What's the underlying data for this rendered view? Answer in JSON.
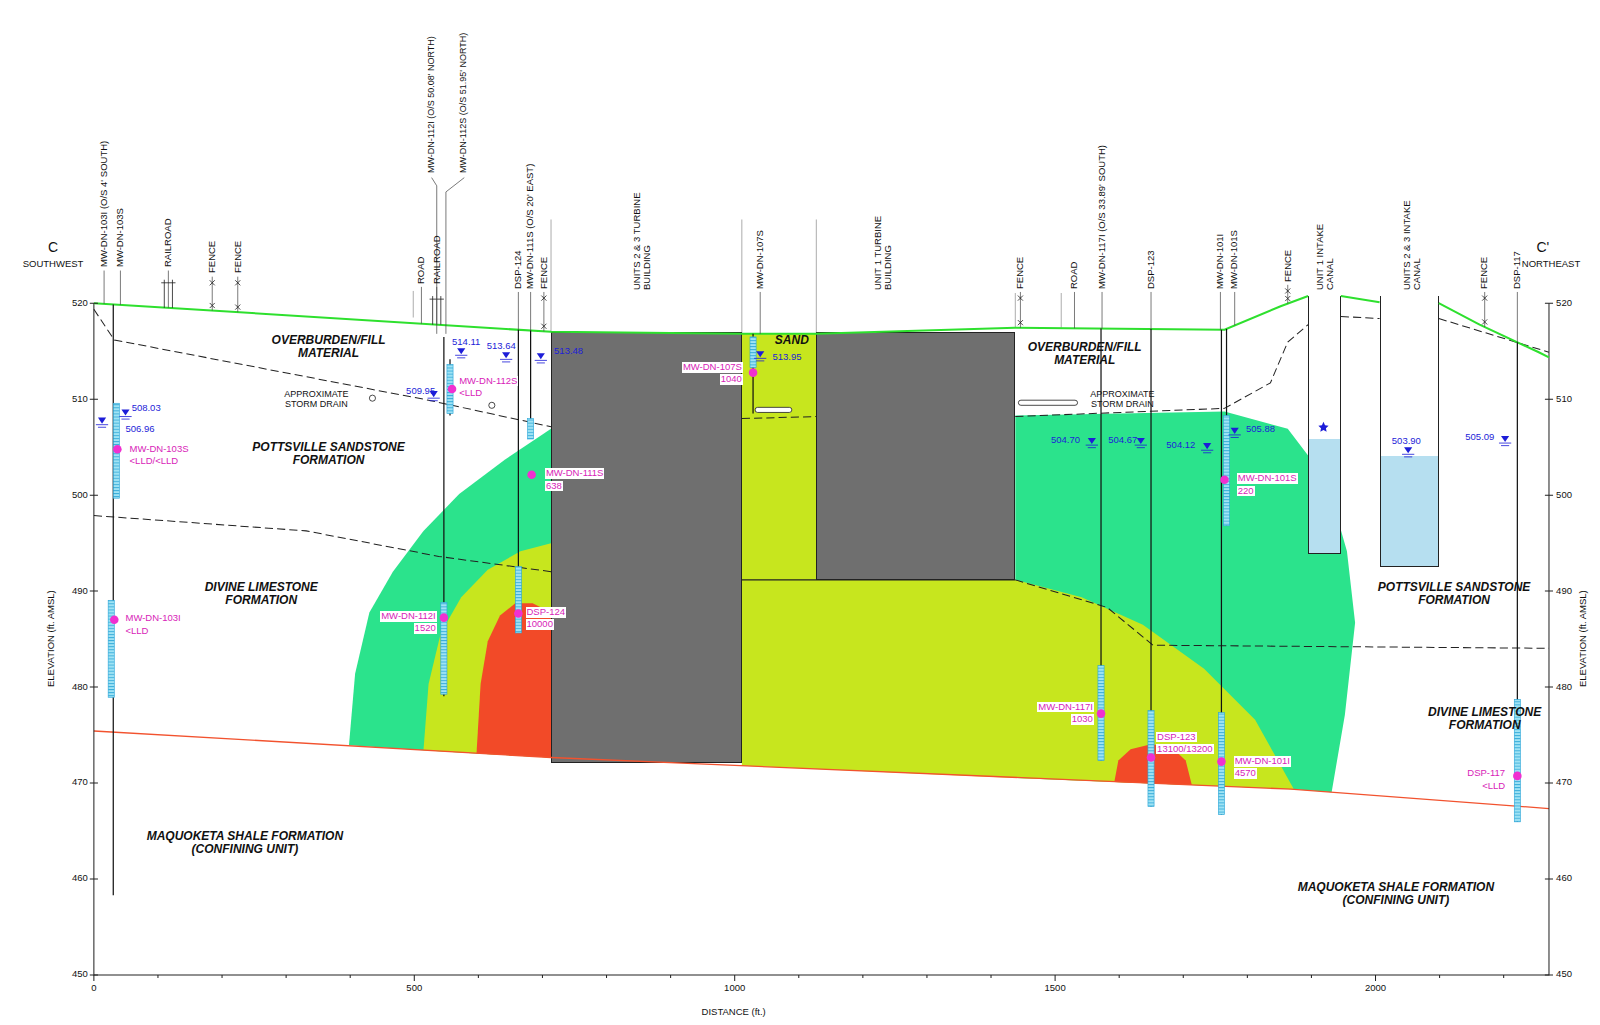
{
  "diagram": {
    "nodes": [
      {
        "text": [
          "UNITS 2 & 3 TURBINE BUILDING"
        ]
      },
      {
        "text": [
          "UNIT 1 TURBINE BUILDING"
        ]
      },
      {
        "text": [
          "UNIT 1 INTAKE CANAL"
        ]
      },
      {
        "text": [
          "UNITS 2 & 3 INTAKE CANAL"
        ]
      }
    ],
    "labels": [
      "C",
      "SOUTHWEST",
      "C'",
      "NORTHEAST",
      "MW-DN-103I (O/S 4' SOUTH)",
      "MW-DN-103S",
      "RAILROAD",
      "FENCE",
      "FENCE",
      "ROAD",
      "RAILROAD",
      "MW-DN-112I (O/S 50.08' NORTH)",
      "MW-DN-112S (O/S 51.95' NORTH)",
      "DSP-124",
      "MW-DN-111S (O/S 20' EAST)",
      "FENCE",
      "MW-DN-107S",
      "FENCE",
      "ROAD",
      "MW-DN-117I (O/S 33.89' SOUTH)",
      "DSP-123",
      "MW-DN-101I",
      "MW-DN-101S",
      "FENCE",
      "FENCE",
      "DSP-117",
      "OVERBURDEN/FILL MATERIAL",
      "SAND",
      "OVERBURDEN/FILL MATERIAL",
      "POTTSVILLE SANDSTONE FORMATION",
      "DIVINE LIMESTONE FORMATION",
      "POTTSVILLE SANDSTONE FORMATION",
      "DIVINE LIMESTONE FORMATION",
      "MAQUOKETA SHALE FORMATION (CONFINING UNIT)",
      "MAQUOKETA SHALE FORMATION (CONFINING UNIT)",
      "APPROXIMATE STORM DRAIN",
      "APPROXIMATE STORM DRAIN",
      "508.03",
      "506.96",
      "509.95",
      "514.11",
      "513.64",
      "513.48",
      "513.95",
      "504.70",
      "504.67",
      "504.12",
      "505.88",
      "503.90",
      "505.09",
      "MW-DN-103S",
      "<LLD/<LLD",
      "MW-DN-112S",
      "<LLD",
      "MW-DN-107S",
      "1040",
      "MW-DN-111S",
      "638",
      "DSP-124",
      "10000",
      "MW-DN-112I",
      "1520",
      "MW-DN-103I",
      "<LLD",
      "MW-DN-117I",
      "1030",
      "DSP-123",
      "13100/13200",
      "MW-DN-101I",
      "4570",
      "MW-DN-101S",
      "220",
      "DSP-117",
      "<LLD",
      "520",
      "510",
      "500",
      "490",
      "480",
      "470",
      "460",
      "450",
      "520",
      "510",
      "500",
      "490",
      "480",
      "470",
      "460",
      "450",
      "ELEVATION (ft. AMSL)",
      "ELEVATION (ft. AMSL)",
      "0",
      "500",
      "1000",
      "1500",
      "2000",
      "DISTANCE (ft.)"
    ]
  }
}
